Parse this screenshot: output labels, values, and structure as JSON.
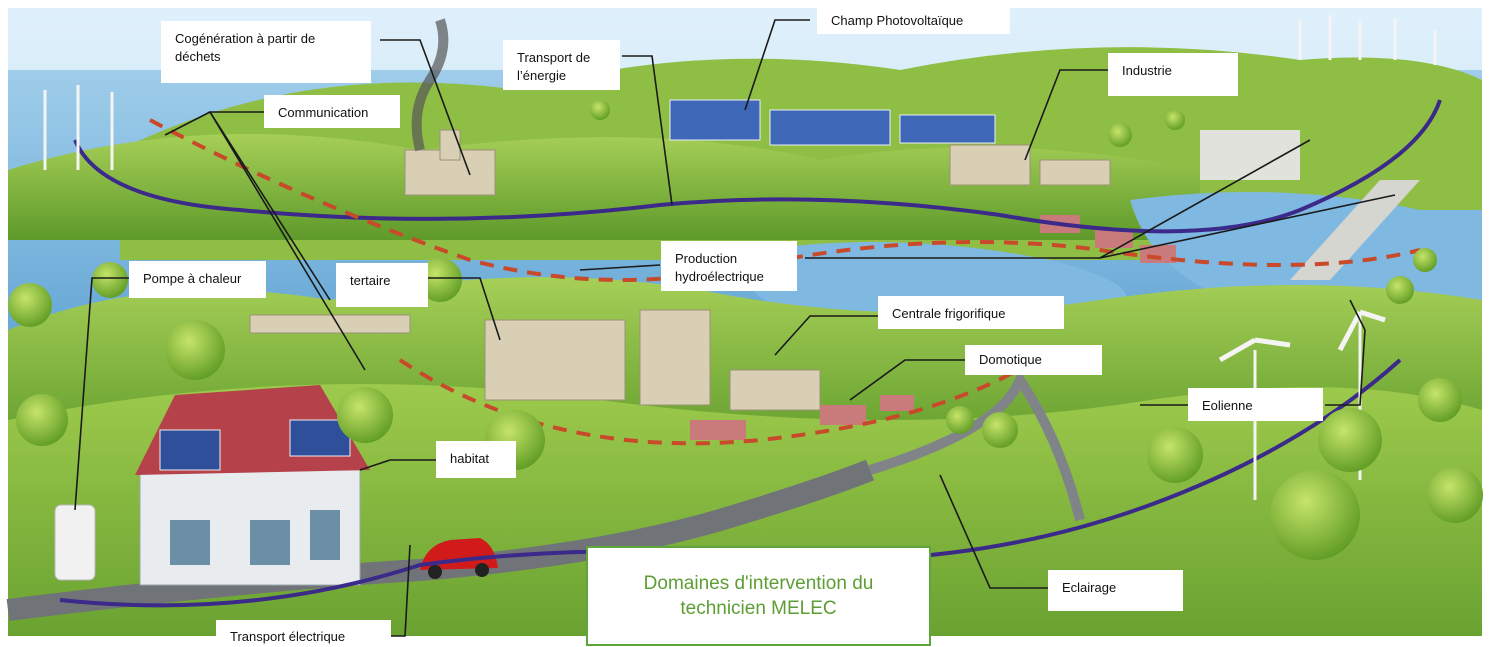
{
  "diagram": {
    "title": "Domaines d'intervention du\ntechnicien MELEC",
    "title_color": "#5c9e34",
    "labels": {
      "cogeneration": "Cogénération à partir de\ndéchets",
      "communication": "Communication",
      "transport_energie": "Transport de\nl’énergie",
      "champ_pv": "Champ Photovoltaïque",
      "industrie": "Industrie",
      "pompe_chaleur": "Pompe à chaleur",
      "tertiaire": "tertaire",
      "production_hydro": "Production\nhydroélectrique",
      "centrale_frigo": "Centrale frigorifique",
      "domotique": "Domotique",
      "eolienne": "Eolienne",
      "habitat": "habitat",
      "eclairage": "Eclairage",
      "transport_electrique": "Transport électrique"
    }
  },
  "colors": {
    "sea": "#8cc3e6",
    "hills": "#7fb23a",
    "grass": "#93c148",
    "power_line": "#3b2a8a",
    "heat_line": "#c84a2a"
  }
}
